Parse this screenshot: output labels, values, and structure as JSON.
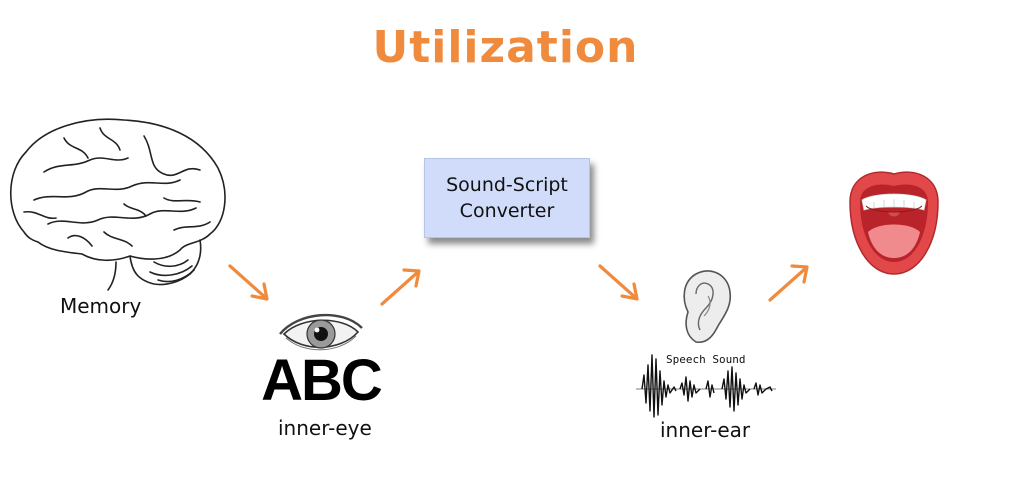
{
  "title": "Utilization",
  "colors": {
    "accent": "#f08a3c",
    "converter_fill": "#d0dcfa"
  },
  "nodes": {
    "memory": {
      "label": "Memory",
      "icon": "brain-icon"
    },
    "inner_eye": {
      "text": "ABC",
      "label": "inner-eye",
      "icon": "eye-icon"
    },
    "converter": {
      "line1": "Sound-Script",
      "line2": "Converter"
    },
    "inner_ear": {
      "waveform_label": "Speech Sound",
      "label": "inner-ear",
      "icon": "ear-icon"
    },
    "mouth": {
      "icon": "mouth-icon"
    }
  }
}
